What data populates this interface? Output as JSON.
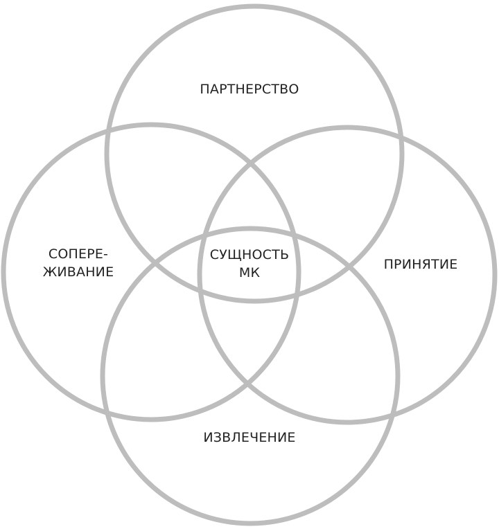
{
  "diagram": {
    "ring_color": "#bdbdbd",
    "text_color": "#222222",
    "labels": {
      "top": "ПАРТНЕРСТВО",
      "left_line1": "СОПЕРЕ-",
      "left_line2": "ЖИВАНИЕ",
      "right": "ПРИНЯТИЕ",
      "bottom": "ИЗВЛЕЧЕНИЕ",
      "center_line1": "СУЩНОСТЬ",
      "center_line2": "МК"
    }
  }
}
